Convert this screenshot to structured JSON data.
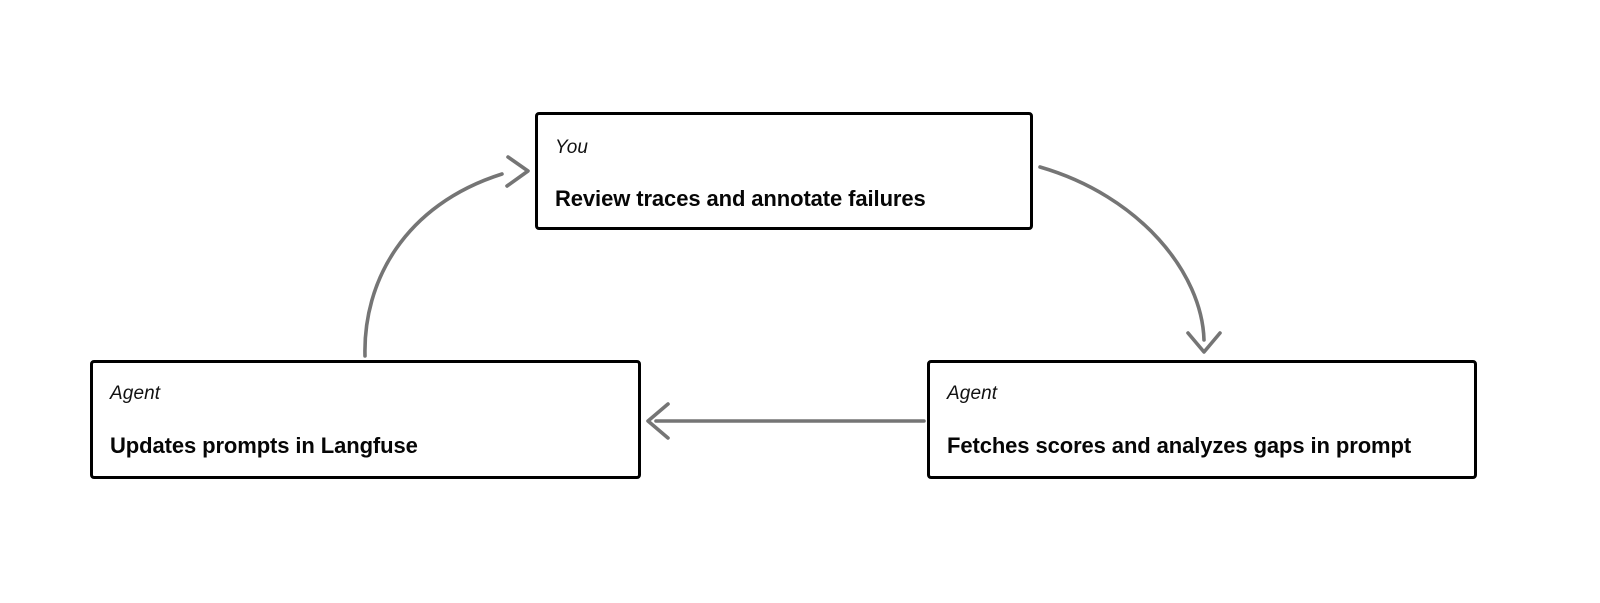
{
  "diagram": {
    "type": "cycle-flow",
    "background_color": "#ffffff",
    "node_border_color": "#000000",
    "edge_color": "#757575",
    "nodes": [
      {
        "id": "you",
        "role": "You",
        "title": "Review traces and annotate failures"
      },
      {
        "id": "fetches",
        "role": "Agent",
        "title": "Fetches scores and analyzes gaps in prompt"
      },
      {
        "id": "updates",
        "role": "Agent",
        "title": "Updates prompts in Langfuse"
      }
    ],
    "edges": [
      {
        "id": "you-to-fetches",
        "from": "you",
        "to": "fetches",
        "style": "curved",
        "direction": "down-right"
      },
      {
        "id": "fetches-to-updates",
        "from": "fetches",
        "to": "updates",
        "style": "straight",
        "direction": "left"
      },
      {
        "id": "updates-to-you",
        "from": "updates",
        "to": "you",
        "style": "curved",
        "direction": "up-right"
      }
    ]
  }
}
